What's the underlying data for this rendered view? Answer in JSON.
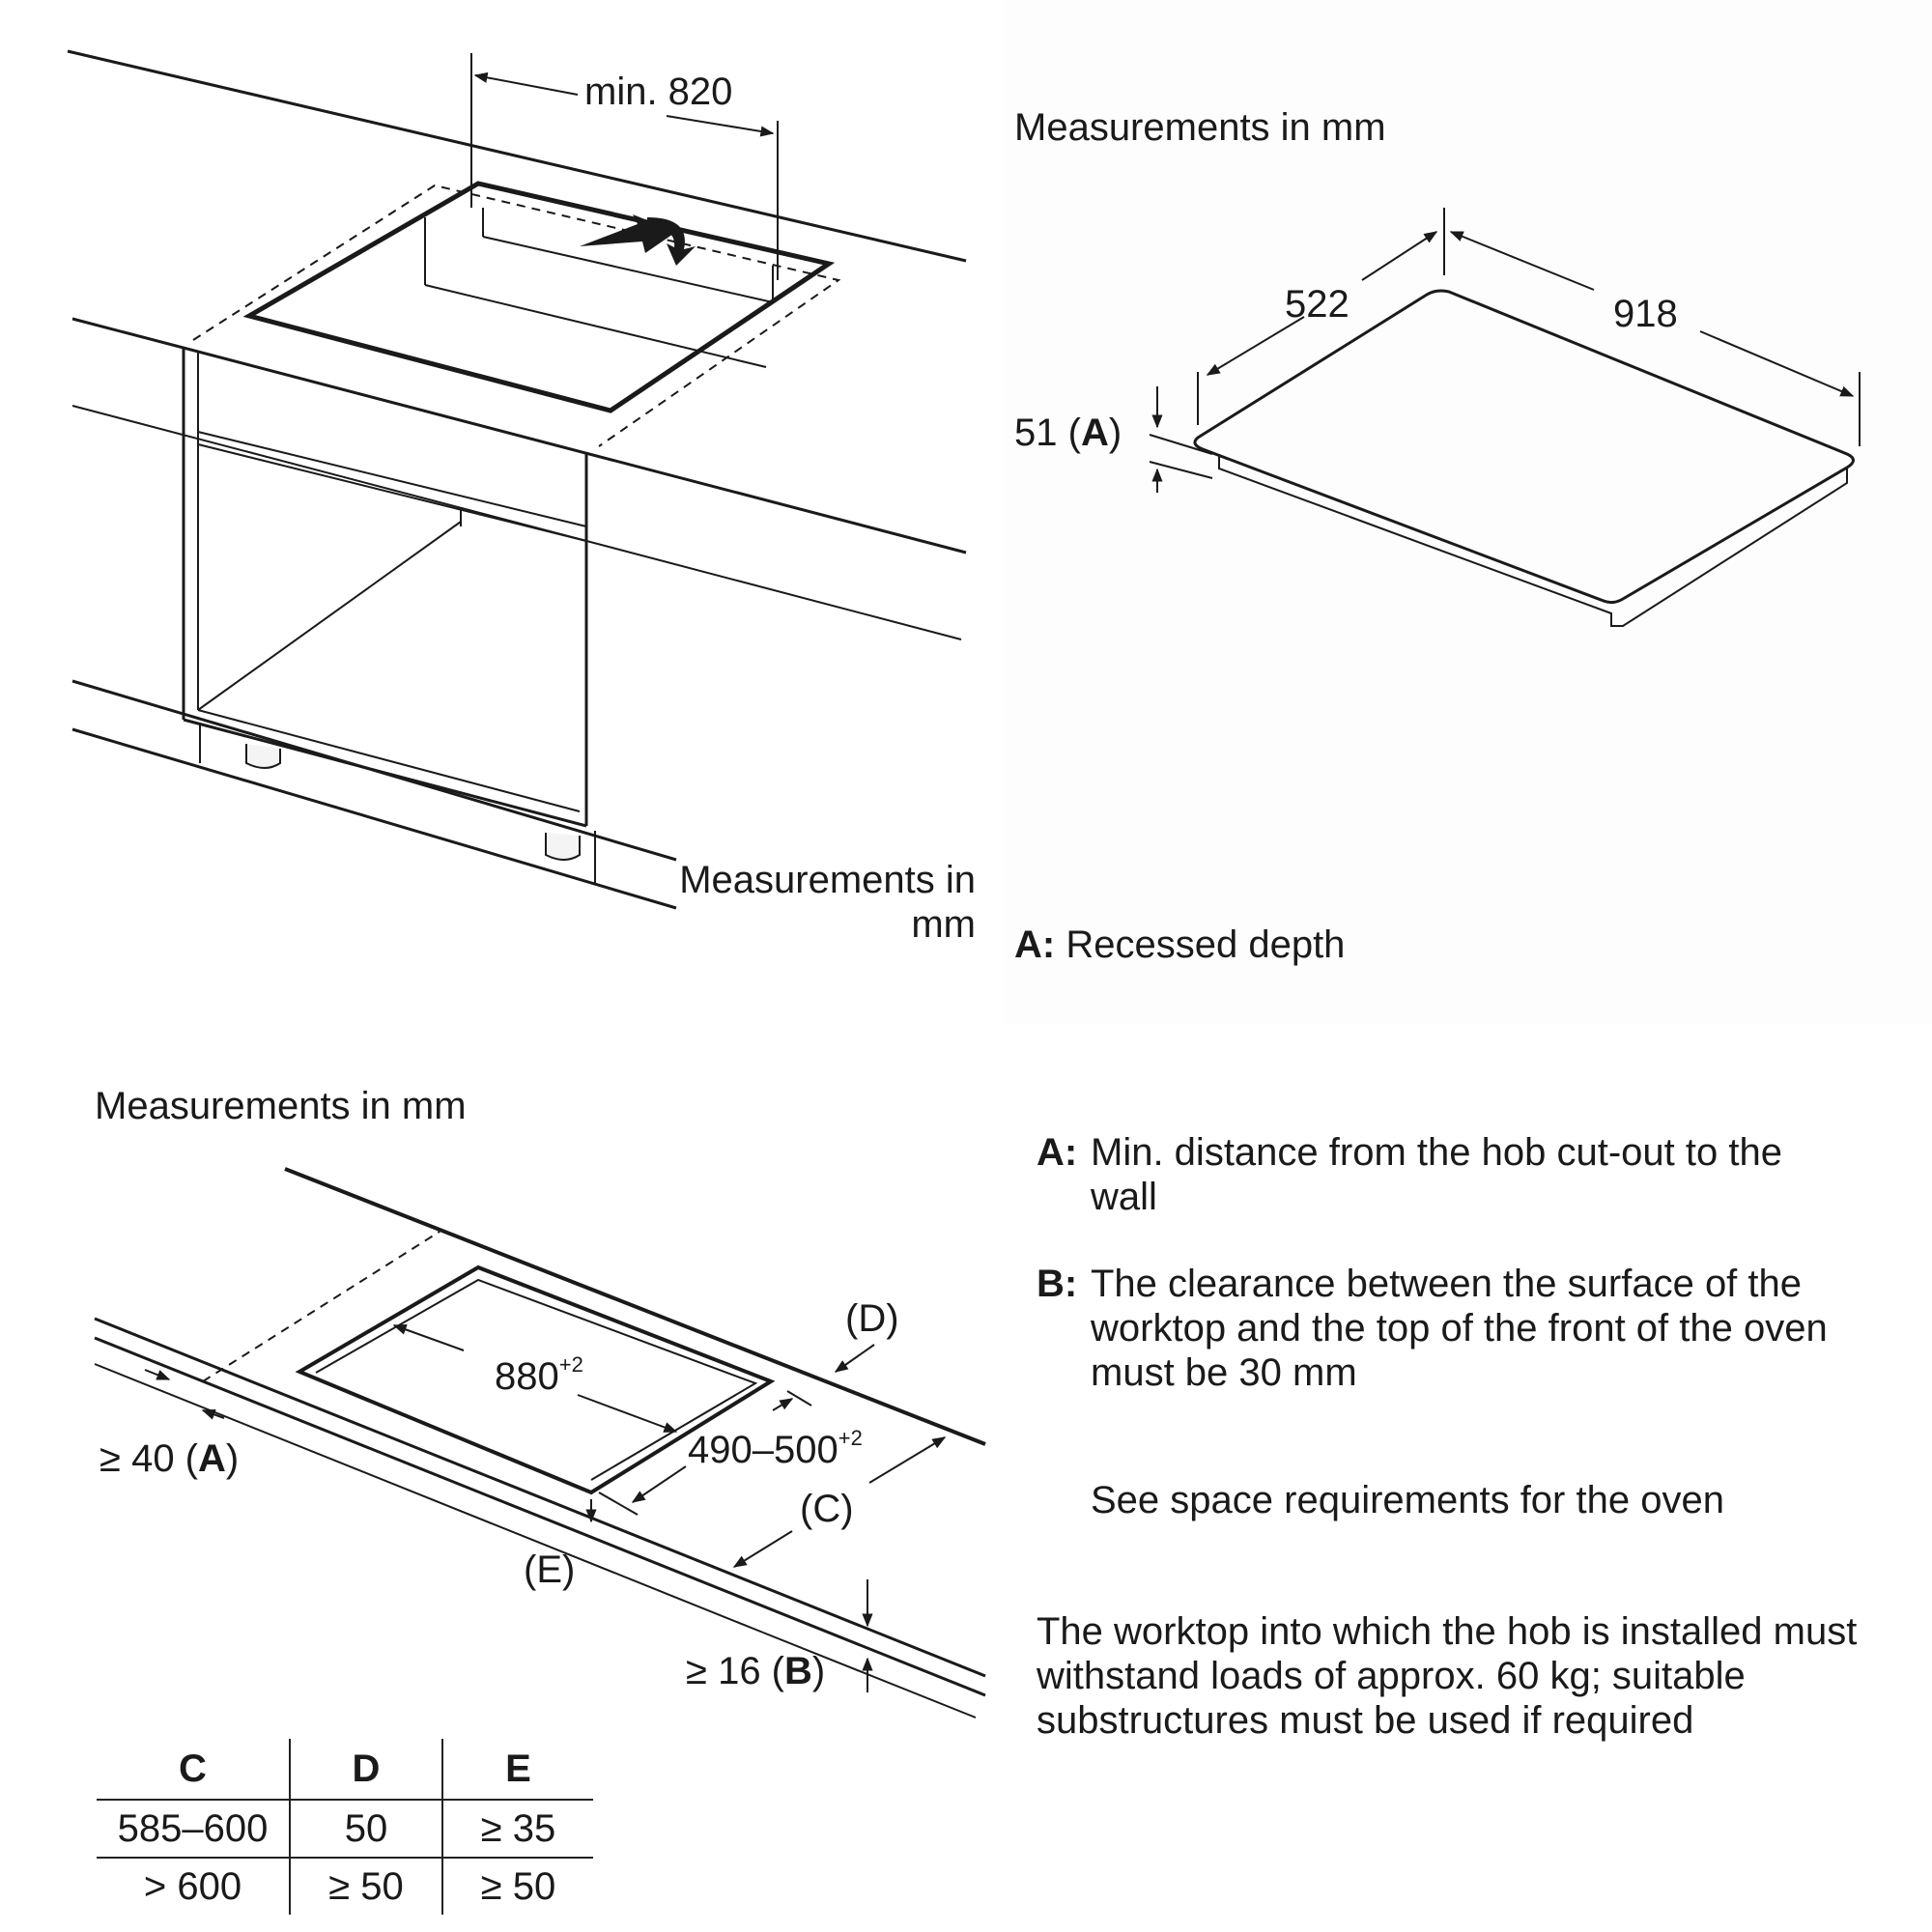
{
  "panel_install": {
    "dim_min_820": "min. 820",
    "measurements": "Measurements in mm"
  },
  "panel_dims": {
    "measurements": "Measurements in mm",
    "dim_522": "522",
    "dim_918": "918",
    "dim_51_value": "51 (",
    "dim_51_key": "A",
    "dim_51_close": ")",
    "legend_key": "A:",
    "legend_text": "Recessed depth"
  },
  "panel_cutout": {
    "measurements": "Measurements in mm",
    "dim_880": "880",
    "dim_880_tol": "+2",
    "dim_490": "490–500",
    "dim_490_tol": "+2",
    "dim_40_value": "≥ 40 (",
    "dim_40_key": "A",
    "dim_40_close": ")",
    "dim_16_value": "≥ 16 (",
    "dim_16_key": "B",
    "dim_16_close": ")",
    "label_c": "(C)",
    "label_d": "(D)",
    "label_e": "(E)"
  },
  "notes": [
    {
      "key": "A:",
      "text": "Min. distance from the hob cut-out to the wall"
    },
    {
      "key": "B:",
      "text": "The clearance between the surface of the worktop and the top of the front of the oven must be 30 mm"
    }
  ],
  "note_oven": "See space requirements for the oven",
  "note_load": "The worktop into which the hob is installed must withstand loads of approx. 60 kg; suitable substructures must be used if required",
  "table": {
    "headers": [
      "C",
      "D",
      "E"
    ],
    "rows": [
      [
        "585–600",
        "50",
        "≥ 35"
      ],
      [
        "> 600",
        "≥ 50",
        "≥ 50"
      ]
    ]
  }
}
